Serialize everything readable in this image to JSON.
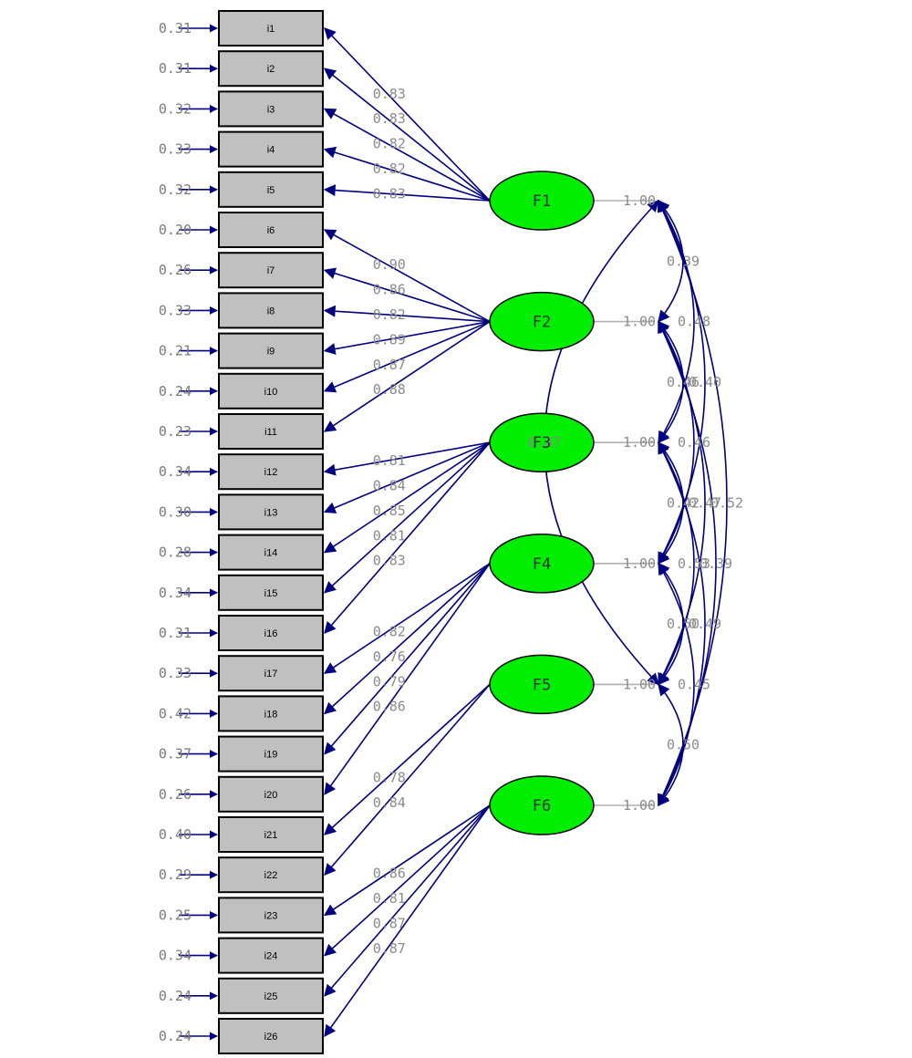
{
  "colors": {
    "item_fill": "#c0c0c0",
    "factor_fill": "#00ee00",
    "arrow": "#000080",
    "variance_line": "#b0b0b0",
    "label_text": "#8a8a8a"
  },
  "items": [
    {
      "label": "i1",
      "error": "0.31",
      "factor": "F1",
      "loading": "0.83"
    },
    {
      "label": "i2",
      "error": "0.31",
      "factor": "F1",
      "loading": "0.83"
    },
    {
      "label": "i3",
      "error": "0.32",
      "factor": "F1",
      "loading": "0.82"
    },
    {
      "label": "i4",
      "error": "0.33",
      "factor": "F1",
      "loading": "0.82"
    },
    {
      "label": "i5",
      "error": "0.32",
      "factor": "F1",
      "loading": "0.83"
    },
    {
      "label": "i6",
      "error": "0.20",
      "factor": "F2",
      "loading": "0.90"
    },
    {
      "label": "i7",
      "error": "0.26",
      "factor": "F2",
      "loading": "0.86"
    },
    {
      "label": "i8",
      "error": "0.33",
      "factor": "F2",
      "loading": "0.82"
    },
    {
      "label": "i9",
      "error": "0.21",
      "factor": "F2",
      "loading": "0.89"
    },
    {
      "label": "i10",
      "error": "0.24",
      "factor": "F2",
      "loading": "0.87"
    },
    {
      "label": "i11",
      "error": "0.23",
      "factor": "F2",
      "loading": "0.88"
    },
    {
      "label": "i12",
      "error": "0.34",
      "factor": "F3",
      "loading": "0.81"
    },
    {
      "label": "i13",
      "error": "0.30",
      "factor": "F3",
      "loading": "0.84"
    },
    {
      "label": "i14",
      "error": "0.28",
      "factor": "F3",
      "loading": "0.85"
    },
    {
      "label": "i15",
      "error": "0.34",
      "factor": "F3",
      "loading": "0.81"
    },
    {
      "label": "i16",
      "error": "0.31",
      "factor": "F3",
      "loading": "0.83"
    },
    {
      "label": "i17",
      "error": "0.33",
      "factor": "F4",
      "loading": "0.82"
    },
    {
      "label": "i18",
      "error": "0.42",
      "factor": "F4",
      "loading": "0.76"
    },
    {
      "label": "i19",
      "error": "0.37",
      "factor": "F4",
      "loading": "0.79"
    },
    {
      "label": "i20",
      "error": "0.26",
      "factor": "F4",
      "loading": "0.86"
    },
    {
      "label": "i21",
      "error": "0.40",
      "factor": "F5",
      "loading": "0.78"
    },
    {
      "label": "i22",
      "error": "0.29",
      "factor": "F5",
      "loading": "0.84"
    },
    {
      "label": "i23",
      "error": "0.25",
      "factor": "F6",
      "loading": "0.86"
    },
    {
      "label": "i24",
      "error": "0.34",
      "factor": "F6",
      "loading": "0.81"
    },
    {
      "label": "i25",
      "error": "0.24",
      "factor": "F6",
      "loading": "0.87"
    },
    {
      "label": "i26",
      "error": "0.24",
      "factor": "F6",
      "loading": "0.87"
    }
  ],
  "factors": [
    {
      "label": "F1",
      "variance": "1.00"
    },
    {
      "label": "F2",
      "variance": "1.00"
    },
    {
      "label": "F3",
      "variance": "1.00"
    },
    {
      "label": "F4",
      "variance": "1.00"
    },
    {
      "label": "F5",
      "variance": "1.00"
    },
    {
      "label": "F6",
      "variance": "1.00"
    }
  ],
  "covariances": [
    {
      "from": "F1",
      "to": "F2",
      "value": "0.39"
    },
    {
      "from": "F1",
      "to": "F3",
      "value": "0.48"
    },
    {
      "from": "F1",
      "to": "F4",
      "value": "0.40"
    },
    {
      "from": "F1",
      "to": "F5",
      "value": "0.47"
    },
    {
      "from": "F1",
      "to": "F6",
      "value": "0.52"
    },
    {
      "from": "F2",
      "to": "F3",
      "value": "0.46"
    },
    {
      "from": "F2",
      "to": "F4",
      "value": "0.46"
    },
    {
      "from": "F2",
      "to": "F5",
      "value": "0.47"
    },
    {
      "from": "F2",
      "to": "F6",
      "value": "0.39"
    },
    {
      "from": "F3",
      "to": "F4",
      "value": "0.42"
    },
    {
      "from": "F3",
      "to": "F5",
      "value": "0.53"
    },
    {
      "from": "F3",
      "to": "F6",
      "value": "0.49"
    },
    {
      "from": "F4",
      "to": "F5",
      "value": "0.50"
    },
    {
      "from": "F4",
      "to": "F6",
      "value": "0.45"
    },
    {
      "from": "F5",
      "to": "F6",
      "value": "0.50"
    }
  ]
}
